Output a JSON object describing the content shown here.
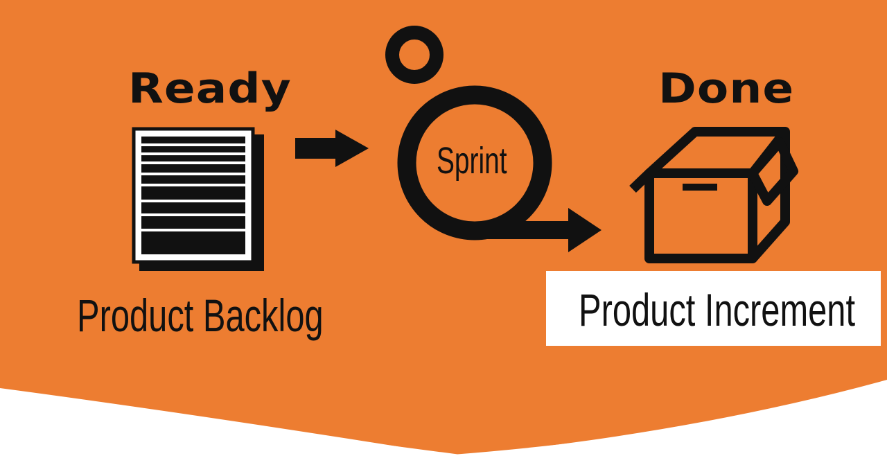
{
  "diagram": {
    "stages": {
      "ready": {
        "heading": "Ready",
        "caption": "Product Backlog",
        "icon": "document-list-icon"
      },
      "sprint": {
        "label": "Sprint",
        "icon": "sprint-loop-icon"
      },
      "done": {
        "heading": "Done",
        "caption": "Product Increment",
        "icon": "open-box-icon"
      }
    },
    "colors": {
      "background": "#ED7D31",
      "ink": "#111111",
      "paper": "#FFFFFF"
    }
  }
}
